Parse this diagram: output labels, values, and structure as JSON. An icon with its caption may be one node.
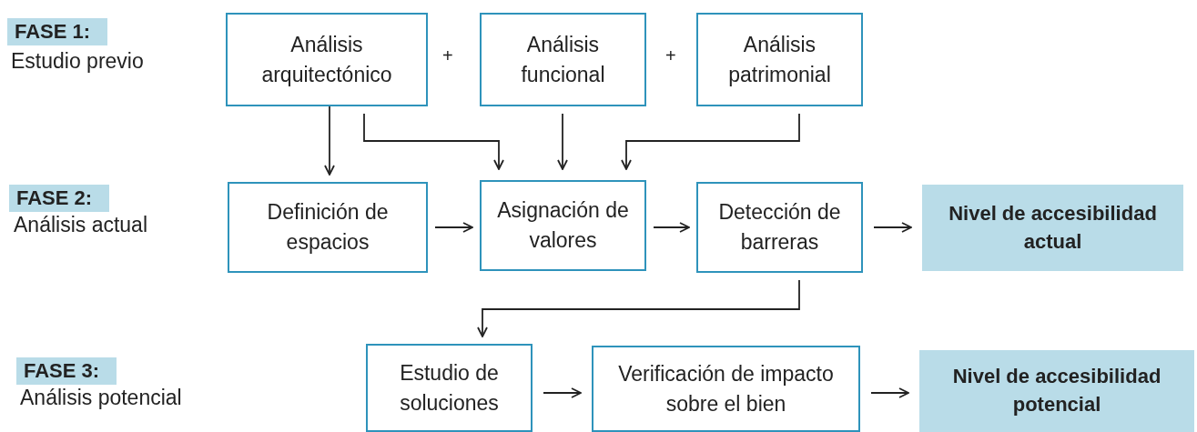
{
  "diagram": {
    "nodes": [
      {
        "text": [
          "FASE 1:"
        ],
        "beside": [
          "Estudio previo"
        ]
      },
      {
        "text": [
          "Análisis arquitectónico"
        ]
      },
      {
        "text": [
          "Análisis funcional"
        ]
      },
      {
        "text": [
          "Análisis patrimonial"
        ]
      },
      {
        "text": [
          "FASE 2:"
        ],
        "beside": [
          "Análisis actual"
        ]
      },
      {
        "text": [
          "Definición de espacios"
        ]
      },
      {
        "text": [
          "Asignación de valores"
        ]
      },
      {
        "text": [
          "Detección de barreras"
        ]
      },
      {
        "text": [
          "Nivel de accesibilidad actual"
        ]
      },
      {
        "text": [
          "FASE 3:"
        ],
        "beside": [
          "Análisis potencial"
        ]
      },
      {
        "text": [
          "Estudio de soluciones"
        ]
      },
      {
        "text": [
          "Verificación de impacto sobre el bien"
        ]
      },
      {
        "text": [
          "Nivel de accesibilidad potencial"
        ]
      }
    ],
    "edges": [
      {
        "from": 1,
        "to": 5,
        "arrow": "to"
      },
      {
        "from": 1,
        "to": 6,
        "arrow": "to"
      },
      {
        "from": 2,
        "to": 6,
        "arrow": "to"
      },
      {
        "from": 3,
        "to": 6,
        "arrow": "to"
      },
      {
        "from": 5,
        "to": 6,
        "arrow": "to"
      },
      {
        "from": 6,
        "to": 7,
        "arrow": "to"
      },
      {
        "from": 7,
        "to": 8,
        "arrow": "to"
      },
      {
        "from": 7,
        "to": 10,
        "arrow": "to"
      },
      {
        "from": 10,
        "to": 11,
        "arrow": "to"
      },
      {
        "from": 11,
        "to": 12,
        "arrow": "to"
      }
    ],
    "labels": [
      "+",
      "+"
    ]
  }
}
